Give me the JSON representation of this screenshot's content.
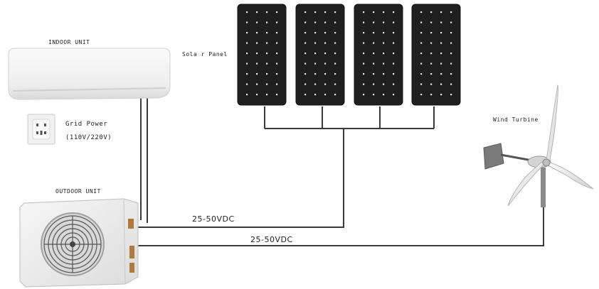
{
  "labels": {
    "indoor_unit": "INDOOR UNIT",
    "solar_panel": "Sola r Panel",
    "grid_power_line1": "Grid Power",
    "grid_power_line2": "(110V/220V)",
    "outdoor_unit": "OUTDOOR UNIT",
    "wind_turbine": "Wind Turbine",
    "solar_voltage": "25-50VDC",
    "wind_voltage": "25-50VDC"
  },
  "solar_panels": [
    "panel-1",
    "panel-2",
    "panel-3",
    "panel-4"
  ],
  "colors": {
    "panel": "#1f1f1f",
    "cell_dot": "#e6e6e6",
    "wire": "#3a3a3a",
    "unit_body": "#f4f4f4"
  }
}
